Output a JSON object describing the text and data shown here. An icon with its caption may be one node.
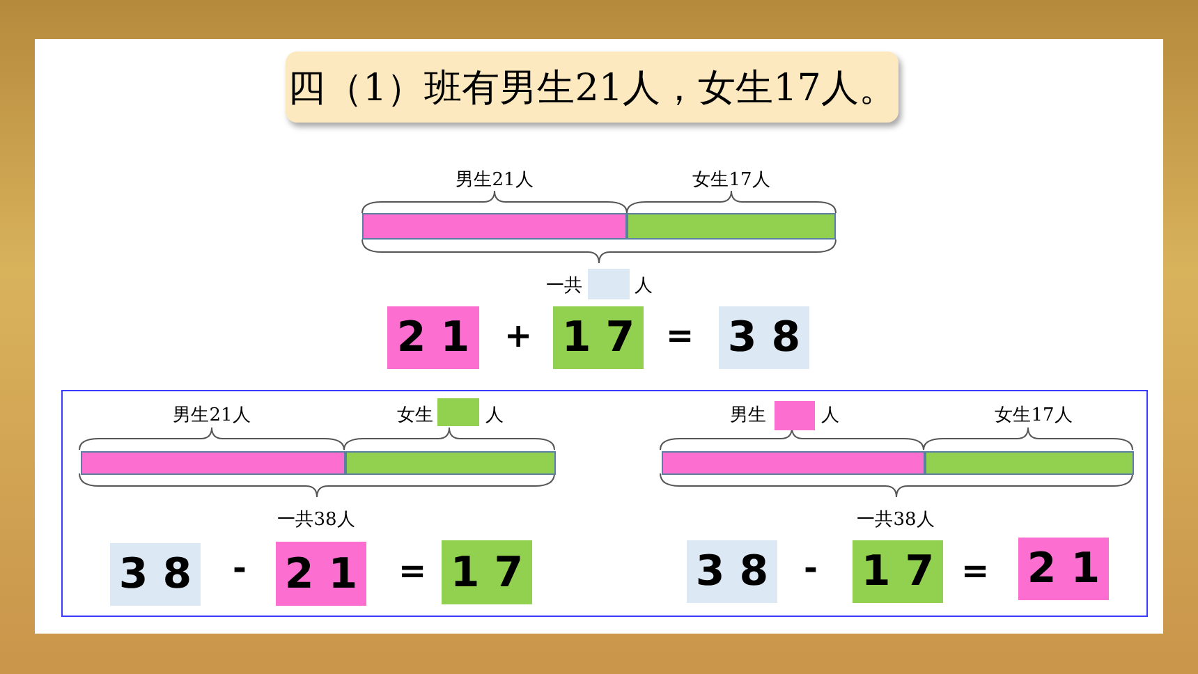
{
  "diagram": {
    "title": "四（1）班有男生21人，女生17人。",
    "nodes": [
      {
        "text": [],
        "shape": "bar"
      },
      {
        "text": [],
        "shape": "bar"
      },
      {
        "text": [],
        "shape": "box"
      },
      {
        "text": [
          "2 1"
        ]
      },
      {
        "text": [
          "1 7"
        ]
      },
      {
        "text": [
          "3 8"
        ]
      },
      {
        "text": [],
        "shape": "box"
      },
      {
        "text": [],
        "shape": "bar",
        "in": 6
      },
      {
        "text": [],
        "shape": "bar",
        "in": 6
      },
      {
        "text": [],
        "shape": "box",
        "in": 6
      },
      {
        "text": [
          "3 8"
        ],
        "in": 6
      },
      {
        "text": [
          "2 1"
        ],
        "in": 6
      },
      {
        "text": [
          "1 7"
        ],
        "in": 6
      },
      {
        "text": [],
        "shape": "bar",
        "in": 6
      },
      {
        "text": [],
        "shape": "bar",
        "in": 6
      },
      {
        "text": [],
        "shape": "box",
        "in": 6
      },
      {
        "text": [
          "3 8"
        ],
        "in": 6
      },
      {
        "text": [
          "1 7"
        ],
        "in": 6
      },
      {
        "text": [
          "2 1"
        ],
        "in": 6
      }
    ],
    "labels": [
      "男生21人",
      "女生17人",
      "一共",
      "人",
      "+",
      "=",
      "男生21人",
      "女生",
      "人",
      "男生",
      "人",
      "女生17人",
      "一共38人",
      "一共38人",
      "-",
      "=",
      "-",
      "="
    ]
  }
}
